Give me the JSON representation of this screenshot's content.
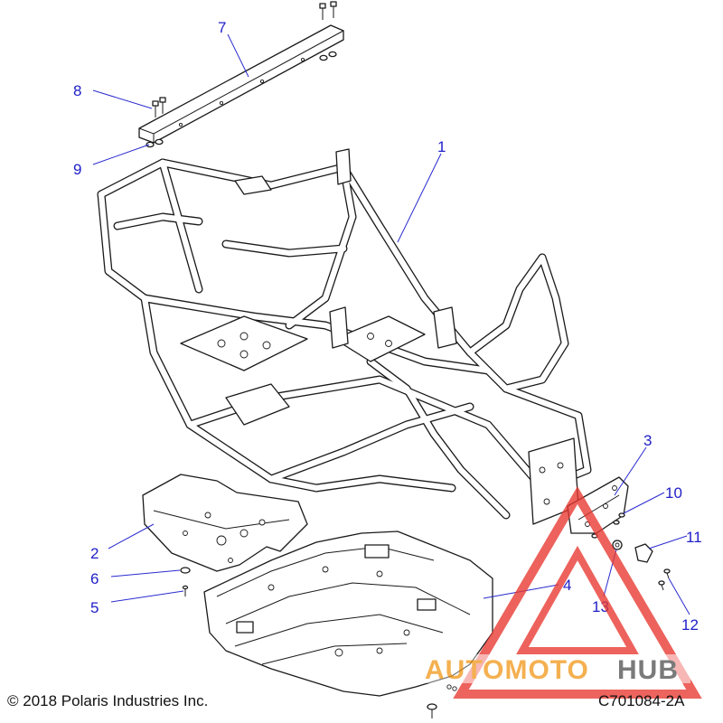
{
  "callouts": {
    "c1": "1",
    "c2": "2",
    "c3": "3",
    "c4": "4",
    "c5": "5",
    "c6": "6",
    "c7": "7",
    "c8": "8",
    "c9": "9",
    "c10": "10",
    "c11": "11",
    "c12": "12",
    "c13": "13"
  },
  "footer": {
    "copyright": "© 2018 Polaris Industries Inc.",
    "diagram_code": "C701084-2A"
  },
  "watermark": {
    "part1": "AUTOMOTO",
    "part2": "HUB"
  },
  "colors": {
    "callout": "#2020c8",
    "line": "#1a1a1a",
    "watermark_red": "#e8372f",
    "watermark_orange": "#f29a1f",
    "watermark_gray": "#555555"
  }
}
